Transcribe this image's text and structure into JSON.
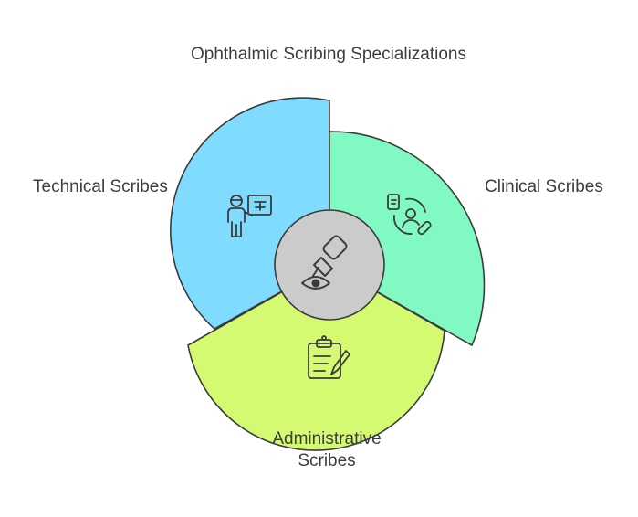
{
  "title": "Ophthalmic Scribing Specializations",
  "segments": [
    {
      "label": "Technical Scribes",
      "color": "#7fdcfe",
      "icon": "ophthalmic-technician-icon"
    },
    {
      "label": "Clinical Scribes",
      "color": "#80f9c3",
      "icon": "patient-care-icon"
    },
    {
      "label_lines": [
        "Administrative",
        "Scribes"
      ],
      "color": "#d4fa72",
      "icon": "clipboard-pen-icon"
    }
  ],
  "center": {
    "color": "#cbcbcb",
    "icon": "eye-drop-icon"
  }
}
